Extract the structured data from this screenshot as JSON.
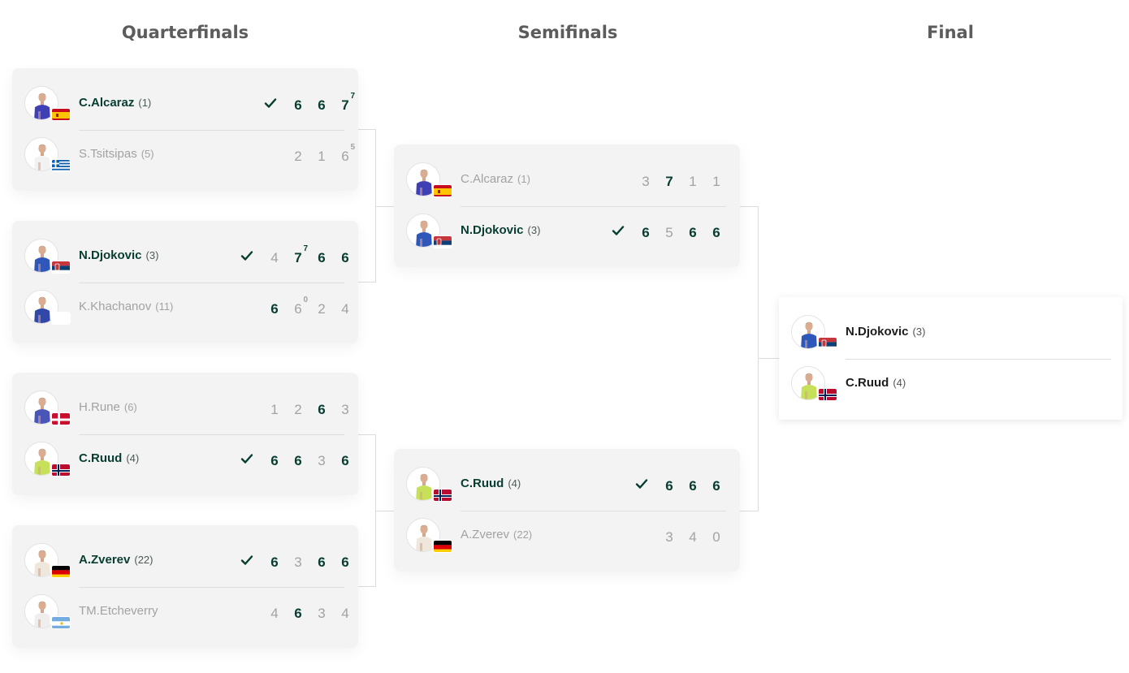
{
  "rounds": [
    "Quarterfinals",
    "Semifinals",
    "Final"
  ],
  "colors": {
    "winner_text": "#073d31",
    "loser_text": "#a2a2a2",
    "card_bg": "#f3f3f3",
    "connector": "#dcdcdc"
  },
  "quarterfinals": [
    {
      "players": [
        {
          "name": "C.Alcaraz",
          "seed": "(1)",
          "flag": "spain-flag",
          "winner": true,
          "scores": [
            {
              "v": "6",
              "w": true
            },
            {
              "v": "6",
              "w": true
            },
            {
              "v": "7",
              "w": true,
              "tb": "7"
            }
          ]
        },
        {
          "name": "S.Tsitsipas",
          "seed": "(5)",
          "flag": "greece-flag",
          "winner": false,
          "scores": [
            {
              "v": "2",
              "w": false
            },
            {
              "v": "1",
              "w": false
            },
            {
              "v": "6",
              "w": false,
              "tb": "5"
            }
          ]
        }
      ]
    },
    {
      "players": [
        {
          "name": "N.Djokovic",
          "seed": "(3)",
          "flag": "serbia-flag",
          "winner": true,
          "scores": [
            {
              "v": "4",
              "w": false
            },
            {
              "v": "7",
              "w": true,
              "tb": "7"
            },
            {
              "v": "6",
              "w": true
            },
            {
              "v": "6",
              "w": true
            }
          ]
        },
        {
          "name": "K.Khachanov",
          "seed": "(11)",
          "flag": "blank-flag",
          "winner": false,
          "scores": [
            {
              "v": "6",
              "w": true
            },
            {
              "v": "6",
              "w": false,
              "tb": "0"
            },
            {
              "v": "2",
              "w": false
            },
            {
              "v": "4",
              "w": false
            }
          ]
        }
      ]
    },
    {
      "players": [
        {
          "name": "H.Rune",
          "seed": "(6)",
          "flag": "denmark-flag",
          "winner": false,
          "scores": [
            {
              "v": "1",
              "w": false
            },
            {
              "v": "2",
              "w": false
            },
            {
              "v": "6",
              "w": true
            },
            {
              "v": "3",
              "w": false
            }
          ]
        },
        {
          "name": "C.Ruud",
          "seed": "(4)",
          "flag": "norway-flag",
          "winner": true,
          "scores": [
            {
              "v": "6",
              "w": true
            },
            {
              "v": "6",
              "w": true
            },
            {
              "v": "3",
              "w": false
            },
            {
              "v": "6",
              "w": true
            }
          ]
        }
      ]
    },
    {
      "players": [
        {
          "name": "A.Zverev",
          "seed": "(22)",
          "flag": "germany-flag",
          "winner": true,
          "scores": [
            {
              "v": "6",
              "w": true
            },
            {
              "v": "3",
              "w": false
            },
            {
              "v": "6",
              "w": true
            },
            {
              "v": "6",
              "w": true
            }
          ]
        },
        {
          "name": "TM.Etcheverry",
          "seed": "",
          "flag": "argentina-flag",
          "winner": false,
          "scores": [
            {
              "v": "4",
              "w": false
            },
            {
              "v": "6",
              "w": true
            },
            {
              "v": "3",
              "w": false
            },
            {
              "v": "4",
              "w": false
            }
          ]
        }
      ]
    }
  ],
  "semifinals": [
    {
      "players": [
        {
          "name": "C.Alcaraz",
          "seed": "(1)",
          "flag": "spain-flag",
          "winner": false,
          "scores": [
            {
              "v": "3",
              "w": false
            },
            {
              "v": "7",
              "w": true
            },
            {
              "v": "1",
              "w": false
            },
            {
              "v": "1",
              "w": false
            }
          ]
        },
        {
          "name": "N.Djokovic",
          "seed": "(3)",
          "flag": "serbia-flag",
          "winner": true,
          "scores": [
            {
              "v": "6",
              "w": true
            },
            {
              "v": "5",
              "w": false
            },
            {
              "v": "6",
              "w": true
            },
            {
              "v": "6",
              "w": true
            }
          ]
        }
      ]
    },
    {
      "players": [
        {
          "name": "C.Ruud",
          "seed": "(4)",
          "flag": "norway-flag",
          "winner": true,
          "scores": [
            {
              "v": "6",
              "w": true
            },
            {
              "v": "6",
              "w": true
            },
            {
              "v": "6",
              "w": true
            }
          ]
        },
        {
          "name": "A.Zverev",
          "seed": "(22)",
          "flag": "germany-flag",
          "winner": false,
          "scores": [
            {
              "v": "3",
              "w": false
            },
            {
              "v": "4",
              "w": false
            },
            {
              "v": "0",
              "w": false
            }
          ]
        }
      ]
    }
  ],
  "final": {
    "players": [
      {
        "name": "N.Djokovic",
        "seed": "(3)",
        "flag": "serbia-flag",
        "winner": true,
        "scores": []
      },
      {
        "name": "C.Ruud",
        "seed": "(4)",
        "flag": "norway-flag",
        "winner": true,
        "scores": []
      }
    ]
  },
  "icons": {
    "winner_mark": "check-icon",
    "player_photo": "player-avatar-icon"
  }
}
